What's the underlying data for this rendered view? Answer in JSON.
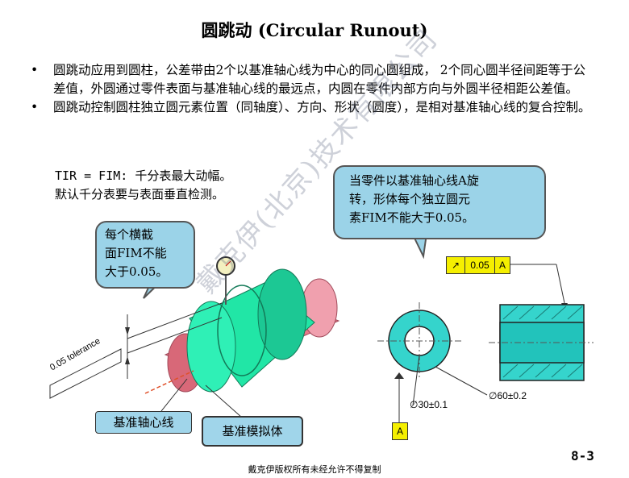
{
  "title": "圆跳动 (Circular Runout)",
  "bullets": [
    "圆跳动应用到圆柱，公差带由2个以基准轴心线为中心的同心圆组成， 2个同心圆半径间距等于公差值，外圆通过零件表面与基准轴心线的最远点，内圆在零件内部方向与外圆半径相距公差值。",
    "圆跳动控制圆柱独立圆元素位置（同轴度）、方向、形状（圆度），是相对基准轴心线的复合控制。"
  ],
  "tir": {
    "line1": "TIR = FIM: 千分表最大动幅。",
    "line2": "默认千分表要与表面垂直检测。"
  },
  "callout_left": {
    "line1": "每个横截",
    "line2": "面FIM不能",
    "line3": "大于0.05。"
  },
  "callout_right": {
    "line1": "当零件以基准轴心线A旋",
    "line2": "转，形体每个独立圆元",
    "line3": "素FIM不能大于0.05。"
  },
  "tolerance_label": "0.05 tolerance",
  "label_datum_axis": "基准轴心线",
  "label_datum_simulator": "基准模拟体",
  "fcf": {
    "symbol": "↗",
    "tolerance": "0.05",
    "datum": "A"
  },
  "datum_label": "A",
  "dim_inner": "∅30±0.1",
  "dim_outer": "∅60±0.2",
  "watermark": "戴克伊(北京)技术有限公司",
  "footer": "戴克伊版权所有未经允许不得复制",
  "page_number": "8-3",
  "colors": {
    "part_green": "#21e6a6",
    "shaft_pink": "#e8788a",
    "callout_blue": "#9bd3e8",
    "fcf_yellow": "#f5ef00",
    "section_cyan": "#35d4cc"
  }
}
